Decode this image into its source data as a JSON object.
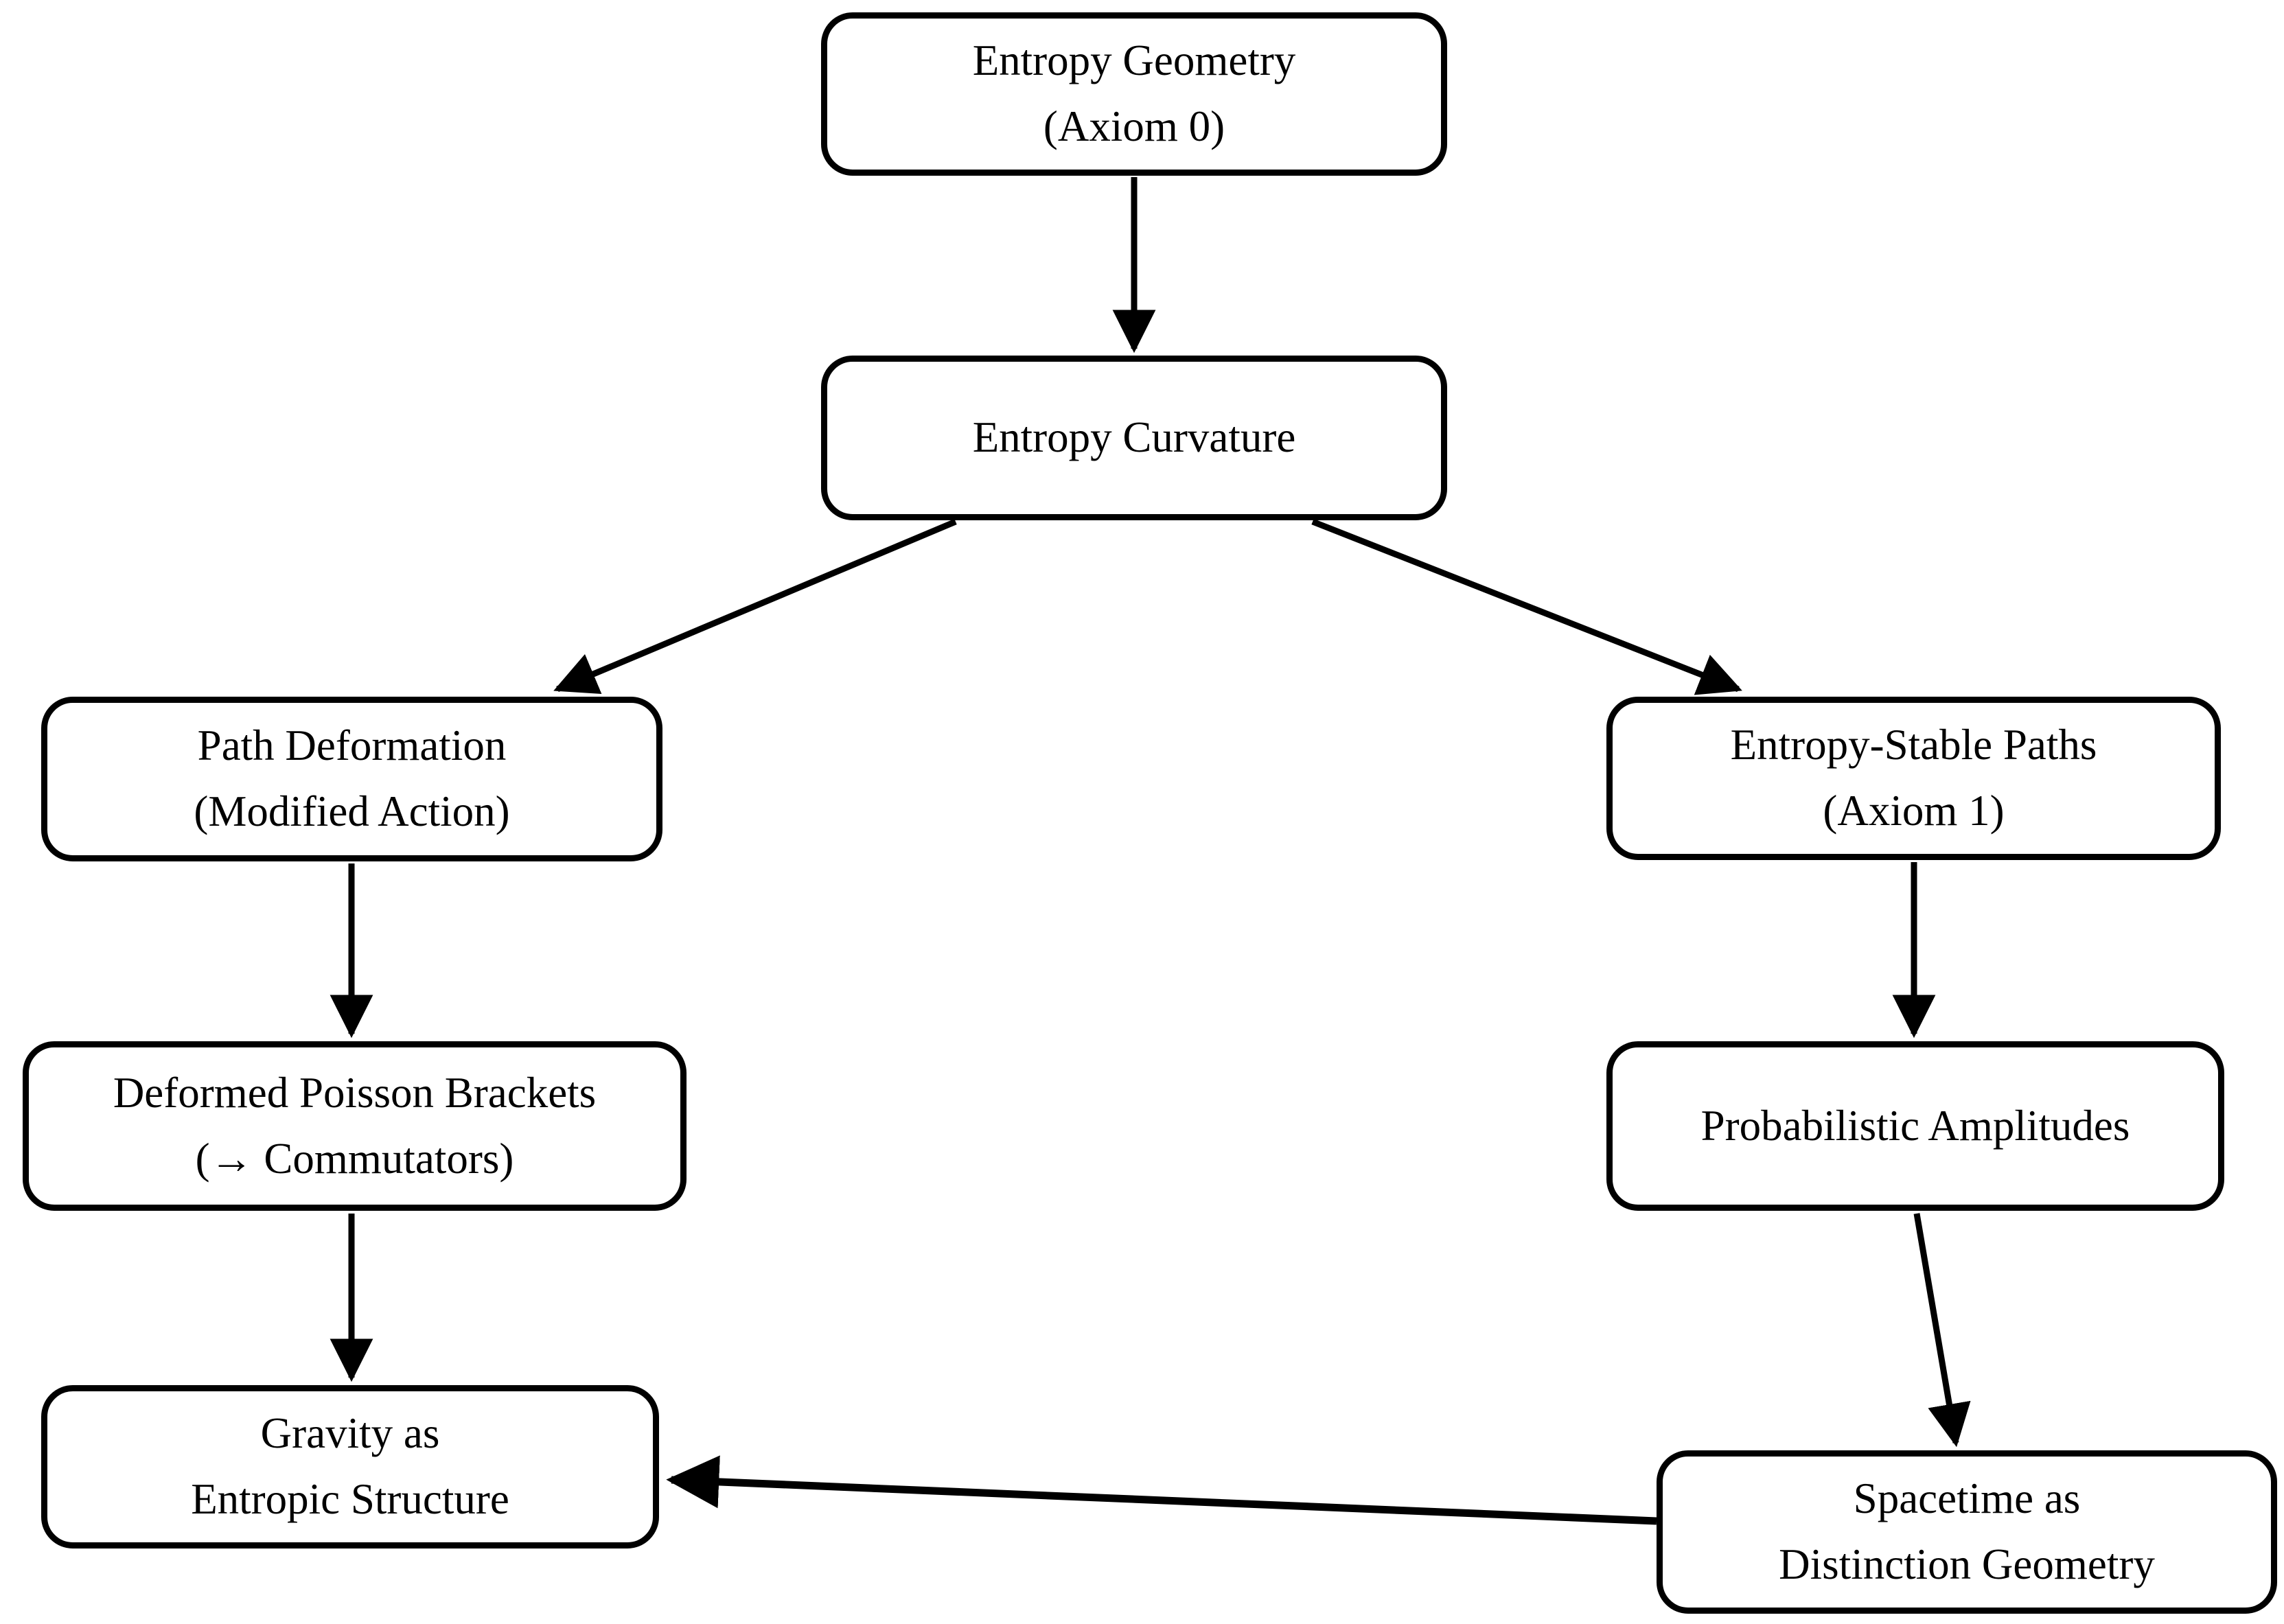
{
  "diagram": {
    "background_color": "#ffffff",
    "stroke_color": "#000000",
    "nodes": {
      "entropy_geometry": {
        "line1": "Entropy Geometry",
        "line2": "(Axiom 0)"
      },
      "entropy_curvature": {
        "line1": "Entropy Curvature"
      },
      "path_deformation": {
        "line1": "Path Deformation",
        "line2": "(Modified Action)"
      },
      "entropy_stable_paths": {
        "line1": "Entropy-Stable Paths",
        "line2": "(Axiom 1)"
      },
      "deformed_poisson_brackets": {
        "line1": "Deformed Poisson Brackets",
        "line2": "(→ Commutators)"
      },
      "probabilistic_amplitudes": {
        "line1": "Probabilistic Amplitudes"
      },
      "gravity_entropic_structure": {
        "line1": "Gravity as",
        "line2": "Entropic Structure"
      },
      "spacetime_distinction_geometry": {
        "line1": "Spacetime as",
        "line2": "Distinction Geometry"
      }
    },
    "edges": [
      {
        "from": "entropy_geometry",
        "to": "entropy_curvature"
      },
      {
        "from": "entropy_curvature",
        "to": "path_deformation"
      },
      {
        "from": "entropy_curvature",
        "to": "entropy_stable_paths"
      },
      {
        "from": "path_deformation",
        "to": "deformed_poisson_brackets"
      },
      {
        "from": "entropy_stable_paths",
        "to": "probabilistic_amplitudes"
      },
      {
        "from": "deformed_poisson_brackets",
        "to": "gravity_entropic_structure"
      },
      {
        "from": "probabilistic_amplitudes",
        "to": "spacetime_distinction_geometry"
      },
      {
        "from": "spacetime_distinction_geometry",
        "to": "gravity_entropic_structure"
      }
    ]
  }
}
